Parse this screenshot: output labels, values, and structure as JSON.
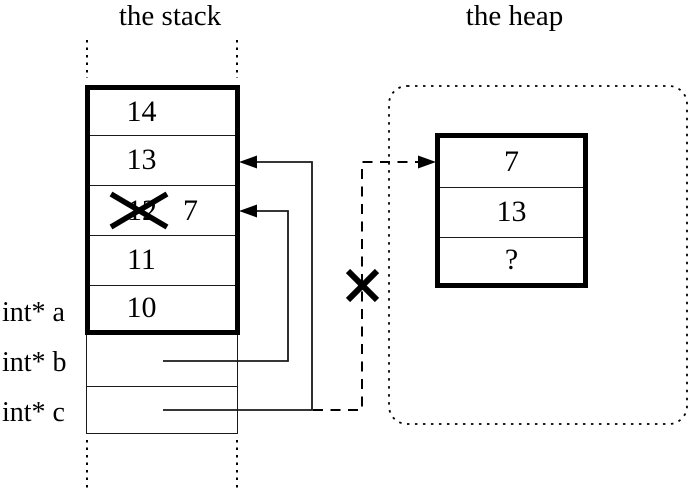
{
  "titles": {
    "stack": "the stack",
    "heap": "the heap"
  },
  "stack": {
    "cells": [
      {
        "value": "14"
      },
      {
        "value": "13"
      },
      {
        "value": "12",
        "crossed": true,
        "new_value": "7"
      },
      {
        "value": "11"
      },
      {
        "value": "10"
      }
    ],
    "pointer_labels": [
      {
        "label": "int* a"
      },
      {
        "label": "int* b"
      },
      {
        "label": "int* c"
      }
    ]
  },
  "heap": {
    "cells": [
      {
        "value": "7"
      },
      {
        "value": "13"
      },
      {
        "value": "?"
      }
    ]
  },
  "annotations": {
    "crossed_out_stack_value": "12",
    "broken_heap_link": "dashed arrow from int* c to heap block is crossed out"
  },
  "colors": {
    "line": "#000000",
    "background": "#ffffff"
  }
}
